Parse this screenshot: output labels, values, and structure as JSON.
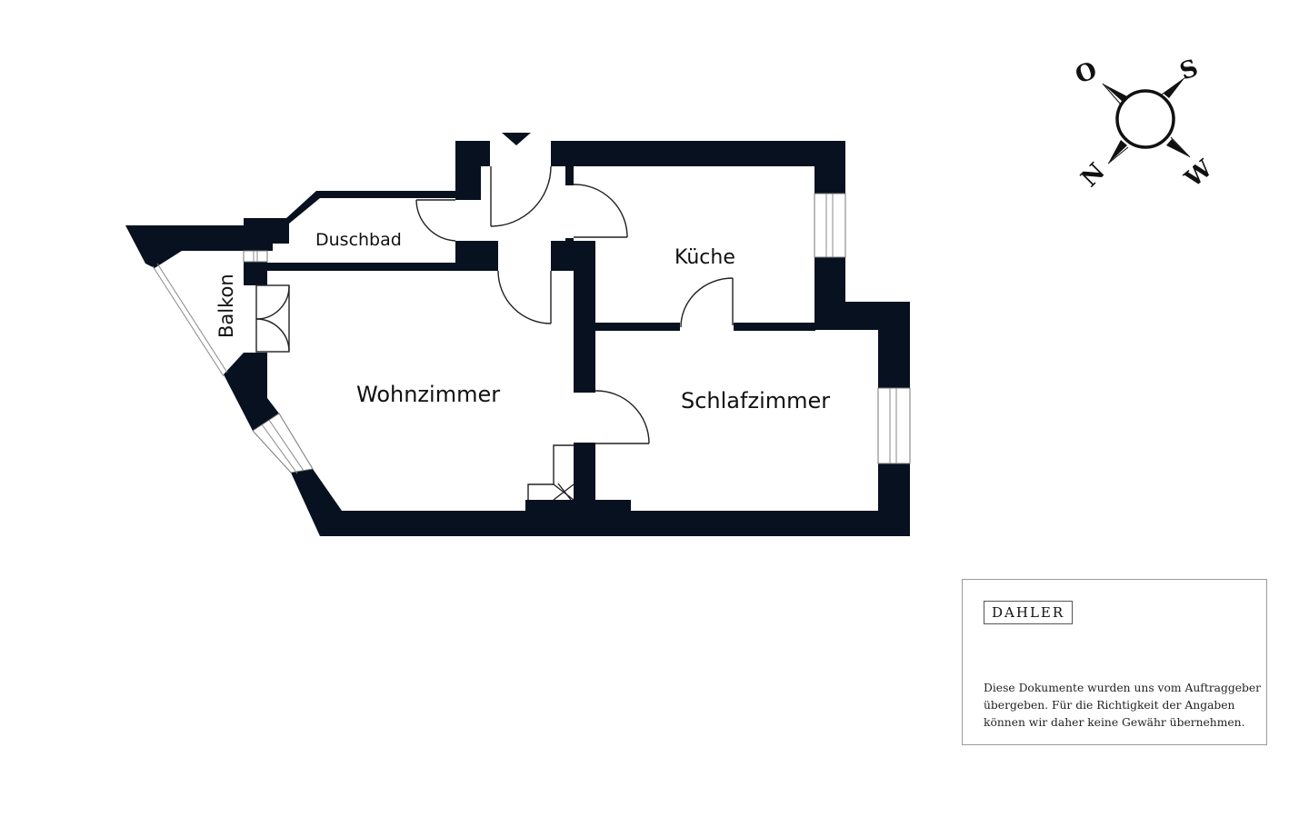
{
  "floor_plan": {
    "rooms": [
      {
        "id": "duschbad",
        "label": "Duschbad"
      },
      {
        "id": "kueche",
        "label": "Küche"
      },
      {
        "id": "balkon",
        "label": "Balkon"
      },
      {
        "id": "wohnzimmer",
        "label": "Wohnzimmer"
      },
      {
        "id": "schlafzimmer",
        "label": "Schlafzimmer"
      }
    ],
    "entrance_marker": "entrance-arrow-icon",
    "colors": {
      "wall": "#07111f",
      "background": "#ffffff"
    }
  },
  "compass": {
    "icon": "compass-rose-icon",
    "north": "N",
    "east": "O",
    "south": "S",
    "west": "W"
  },
  "disclaimer": {
    "logo": "DAHLER",
    "lines": [
      "Diese Dokumente wurden uns vom Auftraggeber",
      "übergeben. Für die Richtigkeit der Angaben",
      "können wir daher keine Gewähr übernehmen."
    ]
  }
}
